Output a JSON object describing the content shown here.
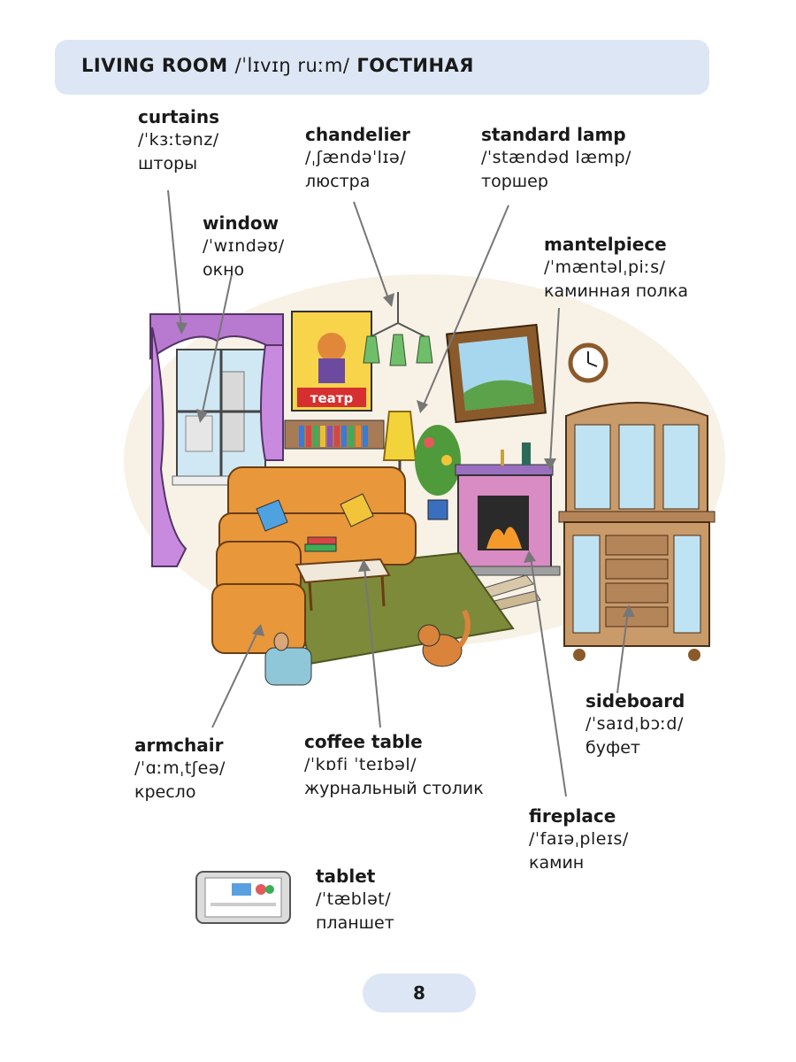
{
  "header": {
    "en": "LIVING ROOM",
    "tr": "/ˈlɪvɪŋ ruːm/",
    "ru": "ГОСТИНАЯ"
  },
  "labels": {
    "curtains": {
      "en": "curtains",
      "tr": "/ˈkɜːtənz/",
      "ru": "шторы"
    },
    "chandelier": {
      "en": "chandelier",
      "tr": "/ˌʃændəˈlɪə/",
      "ru": "люстра"
    },
    "standard_lamp": {
      "en": "standard lamp",
      "tr": "/ˈstændəd læmp/",
      "ru": "торшер"
    },
    "window": {
      "en": "window",
      "tr": "/ˈwɪndəʊ/",
      "ru": "окно"
    },
    "mantelpiece": {
      "en": "mantelpiece",
      "tr": "/ˈmæntəlˌpiːs/",
      "ru": "каминная полка"
    },
    "sideboard": {
      "en": "sideboard",
      "tr": "/ˈsaɪdˌbɔːd/",
      "ru": "буфет"
    },
    "armchair": {
      "en": "armchair",
      "tr": "/ˈɑːmˌtʃeə/",
      "ru": "кресло"
    },
    "coffee_table": {
      "en": "coffee table",
      "tr": "/ˈkɒfi ˈteɪbəl/",
      "ru": "журнальный столик"
    },
    "fireplace": {
      "en": "fireplace",
      "tr": "/ˈfaɪəˌpleɪs/",
      "ru": "камин"
    },
    "tablet": {
      "en": "tablet",
      "tr": "/ˈtæblət/",
      "ru": "планшет"
    }
  },
  "poster_text": "театр",
  "page_number": "8",
  "colors": {
    "header_bg": "#dde6f4",
    "pointer": "#777777"
  }
}
